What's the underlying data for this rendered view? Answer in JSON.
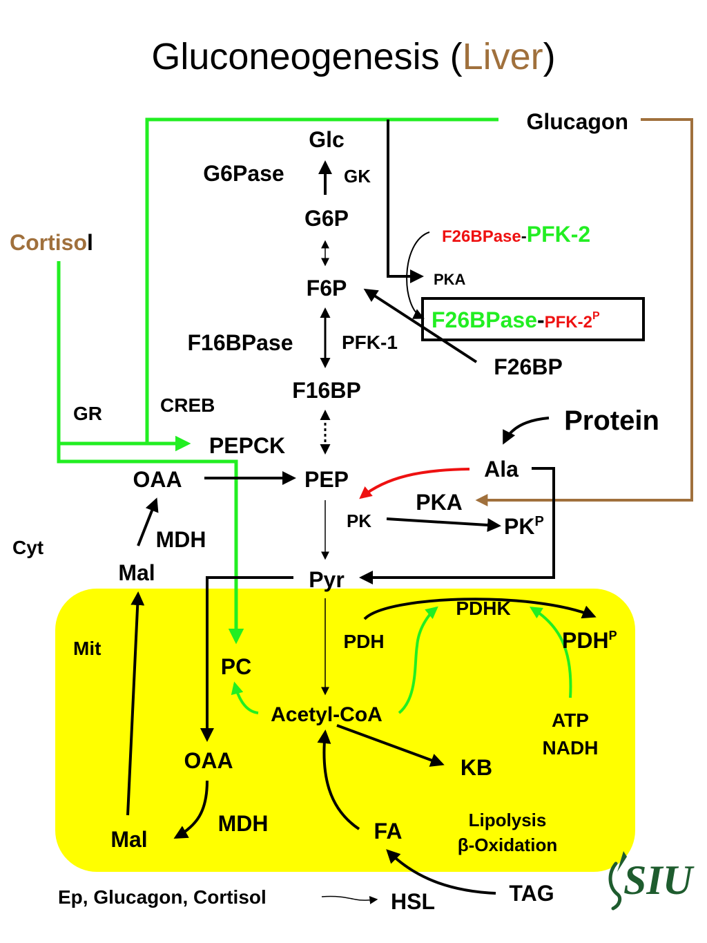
{
  "title": {
    "main": "Gluconeogenesis (",
    "accent": "Liver",
    "close": ")"
  },
  "colors": {
    "green": "#22ee22",
    "red": "#ee1111",
    "brown": "#a0703c",
    "mito": "#ffff00",
    "black": "#000000",
    "siu_green": "#1e5c2e"
  },
  "hormones": {
    "glucagon": "Glucagon",
    "cortisol_colored": "Cortiso",
    "cortisol_tail": "l",
    "gr": "GR",
    "creb": "CREB"
  },
  "pathway": {
    "glc": "Glc",
    "g6pase": "G6Pase",
    "gk": "GK",
    "g6p": "G6P",
    "f6p": "F6P",
    "f16bpase": "F16BPase",
    "pfk1": "PFK-1",
    "f16bp": "F16BP",
    "pepck": "PEPCK",
    "oaa_cyt": "OAA",
    "pep": "PEP",
    "mdh_cyt": "MDH",
    "mal_cyt": "Mal",
    "cyt": "Cyt",
    "pyr": "Pyr",
    "pk": "PK",
    "pka": "PKA",
    "pkp": "PK",
    "pkp_sup": "P",
    "ala": "Ala",
    "protein": "Protein"
  },
  "regulation": {
    "f26bpase_top": "F26BPase",
    "dash_top": "-",
    "pfk2_top": "PFK-2",
    "pka": "PKA",
    "f26bpase_box": "F26BPase",
    "dash_box": "-",
    "pfk2_box": "PFK-2",
    "pfk2_box_sup": "P",
    "f26bp": "F26BP"
  },
  "mito": {
    "mit": "Mit",
    "pc": "PC",
    "pdh": "PDH",
    "pdhk": "PDHK",
    "pdhp": "PDH",
    "pdhp_sup": "P",
    "acetylcoa": "Acetyl-CoA",
    "atp": "ATP",
    "nadh": "NADH",
    "oaa": "OAA",
    "kb": "KB",
    "mdh": "MDH",
    "mal": "Mal",
    "fa": "FA",
    "lipolysis": "Lipolysis",
    "beta_oxidation": "β-Oxidation"
  },
  "bottom": {
    "hormones": "Ep, Glucagon, Cortisol",
    "hsl": "HSL",
    "tag": "TAG"
  },
  "logo": {
    "text": "SIU"
  },
  "icons": [
    "siu-logo-icon"
  ]
}
